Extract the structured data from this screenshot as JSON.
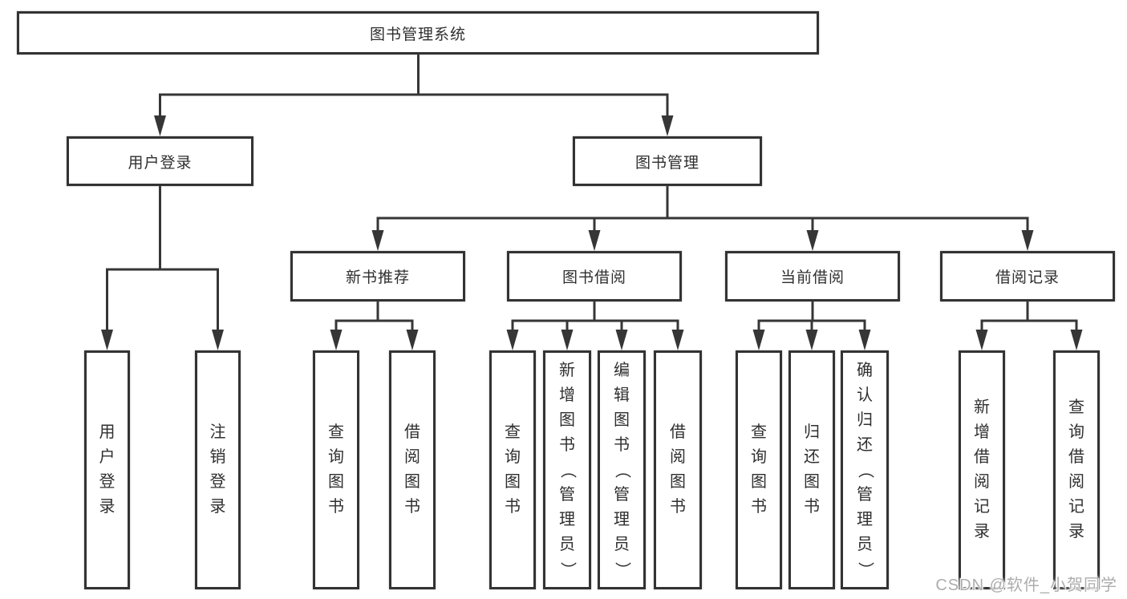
{
  "diagram": {
    "root": {
      "label": "图书管理系统"
    },
    "branches": [
      {
        "label": "用户登录",
        "children": [
          {
            "label": "用户登录"
          },
          {
            "label": "注销登录"
          }
        ]
      },
      {
        "label": "图书管理",
        "children": [
          {
            "label": "新书推荐",
            "children": [
              {
                "label": "查询图书"
              },
              {
                "label": "借阅图书"
              }
            ]
          },
          {
            "label": "图书借阅",
            "children": [
              {
                "label": "查询图书"
              },
              {
                "label": "新增图书（管理员）"
              },
              {
                "label": "编辑图书（管理员）"
              },
              {
                "label": "借阅图书"
              }
            ]
          },
          {
            "label": "当前借阅",
            "children": [
              {
                "label": "查询图书"
              },
              {
                "label": "归还图书"
              },
              {
                "label": "确认归还（管理员）"
              }
            ]
          },
          {
            "label": "借阅记录",
            "children": [
              {
                "label": "新增借阅记录"
              },
              {
                "label": "查询借阅记录"
              }
            ]
          }
        ]
      }
    ]
  },
  "watermark": {
    "text": "CSDN @软件_小贺同学"
  }
}
